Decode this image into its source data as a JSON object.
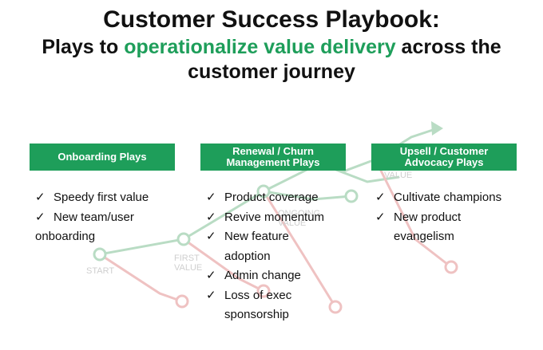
{
  "title": {
    "line1": "Customer Success Playbook:",
    "line2_pre": "Plays to ",
    "line2_highlight": "operationalize value delivery",
    "line2_post": " across the",
    "line3": "customer journey"
  },
  "columns": [
    {
      "header": "Onboarding Plays",
      "items": [
        [
          "Speedy first value"
        ],
        [
          "New team/user",
          "onboarding"
        ]
      ]
    },
    {
      "header": "Renewal / Churn Management Plays",
      "items": [
        [
          "Product coverage"
        ],
        [
          "Revive momentum"
        ],
        [
          "New feature",
          "adoption"
        ],
        [
          "Admin change"
        ],
        [
          "Loss of exec",
          "sponsorship"
        ]
      ]
    },
    {
      "header": "Upsell / Customer Advocacy Plays",
      "items": [
        [
          "Cultivate champions"
        ],
        [
          "New product",
          "evangelism"
        ]
      ]
    }
  ],
  "watermark": {
    "start": "START",
    "first_value_1": "FIRST",
    "first_value_2": "VALUE",
    "ongoing_value_1": "ONGOING",
    "ongoing_value_2": "VALUE",
    "value": "VALUE"
  },
  "check_glyph": "✓",
  "colors": {
    "accent": "#1e9e5a",
    "path_green": "#b9dcc4",
    "path_red": "#efc2c2"
  }
}
